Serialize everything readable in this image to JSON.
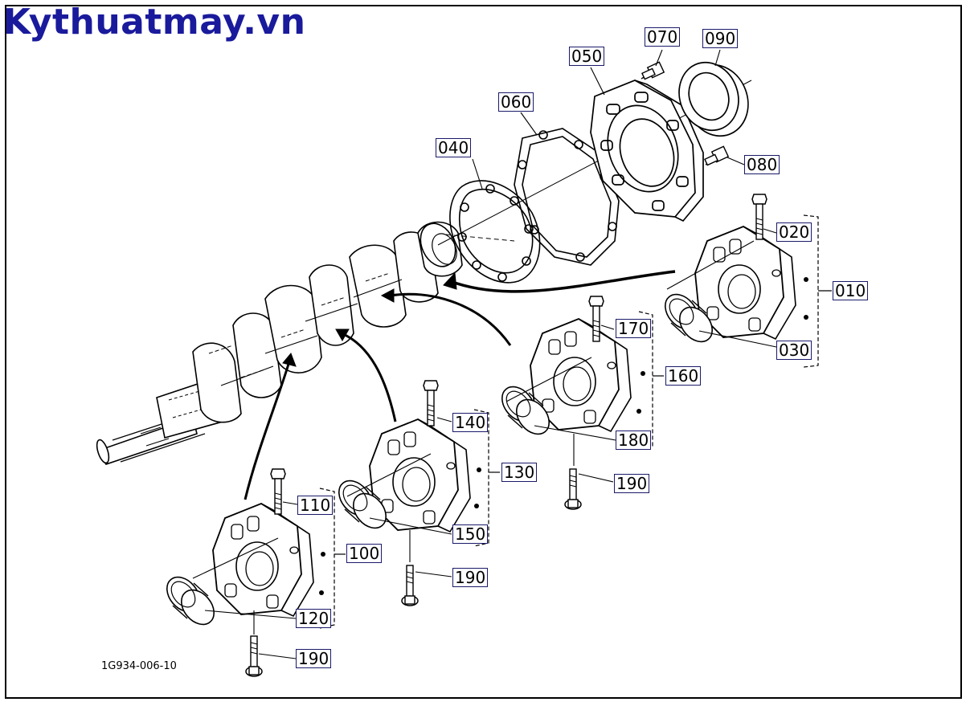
{
  "watermark": "Kythuatmay.vn",
  "drawing_code": "1G934-006-10",
  "callouts": {
    "c010": "010",
    "c020": "020",
    "c030": "030",
    "c040": "040",
    "c050": "050",
    "c060": "060",
    "c070": "070",
    "c080": "080",
    "c090": "090",
    "c100": "100",
    "c110": "110",
    "c120": "120",
    "c130": "130",
    "c140": "140",
    "c150": "150",
    "c160": "160",
    "c170": "170",
    "c180": "180",
    "c190a": "190",
    "c190b": "190",
    "c190c": "190"
  },
  "colors": {
    "ink": "#000000",
    "watermark": "#1a1a9c",
    "label_border": "#1a1a6a"
  }
}
